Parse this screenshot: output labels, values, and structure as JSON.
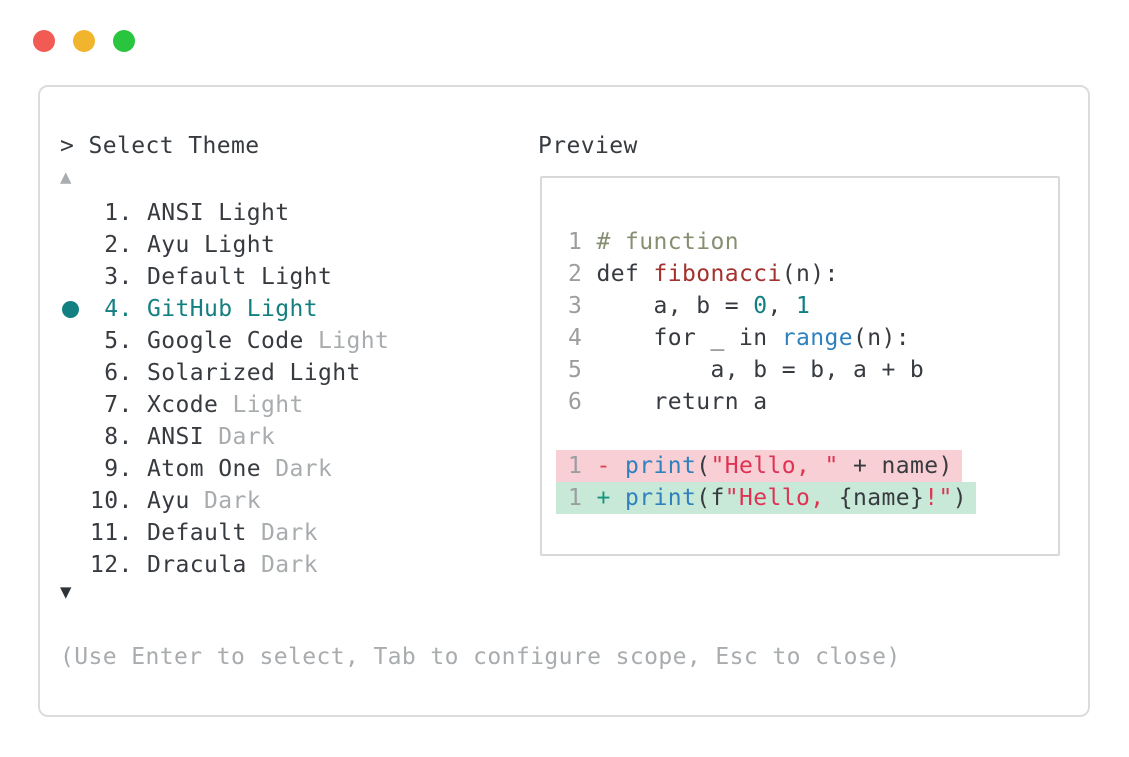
{
  "colors": {
    "text_dark": "#373b40",
    "text_muted": "#a9acae",
    "line_number": "#9b9ea1",
    "accent_teal": "#147f80",
    "comment_olive": "#878f73",
    "function_red": "#a3312e",
    "number_teal": "#107f80",
    "builtin_blue": "#2e81bd",
    "string_red": "#df3354",
    "diff_minus": "#dc4059",
    "diff_plus": "#16957c",
    "removed_bg": "#f8cfd4",
    "added_bg": "#c8e9d7"
  },
  "traffic_lights": [
    {
      "id": "close",
      "color": "#f15b53"
    },
    {
      "id": "minimize",
      "color": "#f0b42d"
    },
    {
      "id": "maximize",
      "color": "#29c53e"
    }
  ],
  "picker": {
    "prompt": "> Select Theme",
    "scroll_up_icon": "▲",
    "scroll_down_icon": "▼",
    "hint": "(Use Enter to select, Tab to configure scope, Esc to close)"
  },
  "theme_list": {
    "items": [
      {
        "number": "1",
        "label": "ANSI Light",
        "muted": "",
        "selected": false
      },
      {
        "number": "2",
        "label": "Ayu Light",
        "muted": "",
        "selected": false
      },
      {
        "number": "3",
        "label": "Default Light",
        "muted": "",
        "selected": false
      },
      {
        "number": "4",
        "label": "GitHub Light",
        "muted": "",
        "selected": true
      },
      {
        "number": "5",
        "label": "Google Code",
        "muted": "Light",
        "selected": false
      },
      {
        "number": "6",
        "label": "Solarized Light",
        "muted": "",
        "selected": false
      },
      {
        "number": "7",
        "label": "Xcode",
        "muted": "Light",
        "selected": false
      },
      {
        "number": "8",
        "label": "ANSI",
        "muted": "Dark",
        "selected": false
      },
      {
        "number": "9",
        "label": "Atom One",
        "muted": "Dark",
        "selected": false
      },
      {
        "number": "10",
        "label": "Ayu",
        "muted": "Dark",
        "selected": false
      },
      {
        "number": "11",
        "label": "Default",
        "muted": "Dark",
        "selected": false
      },
      {
        "number": "12",
        "label": "Dracula",
        "muted": "Dark",
        "selected": false
      }
    ]
  },
  "preview": {
    "title": "Preview",
    "code_lines": [
      {
        "tokens": [
          [
            "ln",
            "1"
          ],
          [
            "t",
            " "
          ],
          [
            "c",
            "# function"
          ]
        ]
      },
      {
        "tokens": [
          [
            "ln",
            "2"
          ],
          [
            "t",
            " def "
          ],
          [
            "fn",
            "fibonacci"
          ],
          [
            "t",
            "(n):"
          ]
        ]
      },
      {
        "tokens": [
          [
            "ln",
            "3"
          ],
          [
            "t",
            "     a, b = "
          ],
          [
            "num",
            "0"
          ],
          [
            "t",
            ", "
          ],
          [
            "num",
            "1"
          ]
        ]
      },
      {
        "tokens": [
          [
            "ln",
            "4"
          ],
          [
            "t",
            "     for _ in "
          ],
          [
            "bi",
            "range"
          ],
          [
            "t",
            "(n):"
          ]
        ]
      },
      {
        "tokens": [
          [
            "ln",
            "5"
          ],
          [
            "t",
            "         a, b = b, a + b"
          ]
        ]
      },
      {
        "tokens": [
          [
            "ln",
            "6"
          ],
          [
            "t",
            "     return a"
          ]
        ]
      },
      {
        "blank": true
      },
      {
        "bg": "removed",
        "tokens": [
          [
            "ln",
            "1"
          ],
          [
            "t",
            " "
          ],
          [
            "minus",
            "-"
          ],
          [
            "t",
            " "
          ],
          [
            "bi",
            "print"
          ],
          [
            "t",
            "("
          ],
          [
            "str",
            "\"Hello, \""
          ],
          [
            "t",
            " + name)"
          ]
        ]
      },
      {
        "bg": "added",
        "tokens": [
          [
            "ln",
            "1"
          ],
          [
            "t",
            " "
          ],
          [
            "plus",
            "+"
          ],
          [
            "t",
            " "
          ],
          [
            "bi",
            "print"
          ],
          [
            "t",
            "(f"
          ],
          [
            "str",
            "\"Hello, "
          ],
          [
            "t",
            "{name}"
          ],
          [
            "str",
            "!\""
          ],
          [
            "t",
            ")"
          ]
        ]
      }
    ]
  }
}
